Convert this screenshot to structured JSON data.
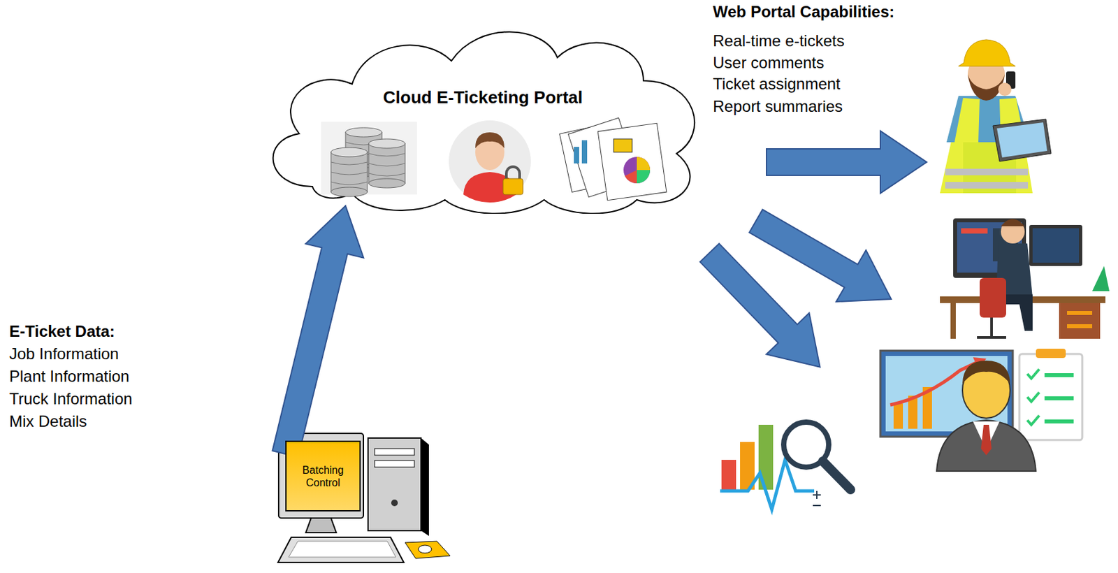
{
  "diagram": {
    "nodes": [
      {
        "text": [
          "Cloud E-Ticketing Portal"
        ]
      },
      {
        "text": [
          "Batching Control"
        ]
      }
    ],
    "edges": [
      {
        "from": 1,
        "to": 0,
        "arrow": "to"
      }
    ],
    "labels": [
      "Web Portal Capabilities:",
      "Real-time e-tickets",
      "User comments",
      "Ticket assignment",
      "Report summaries",
      "E-Ticket Data:",
      "Job Information",
      "Plant Information",
      "Truck Information",
      "Mix Details"
    ]
  }
}
